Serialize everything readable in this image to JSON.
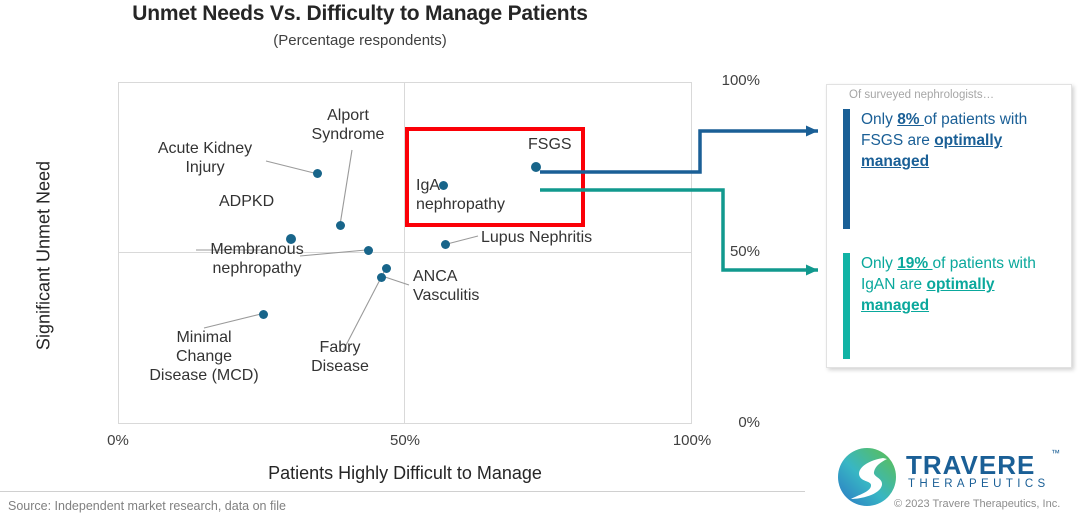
{
  "title": "Unmet Needs Vs. Difficulty to Manage Patients",
  "subtitle": "(Percentage respondents)",
  "axes": {
    "x_title": "Patients Highly Difficult to Manage",
    "y_title": "Significant Unmet Need",
    "x_ticks": [
      "0%",
      "50%",
      "100%"
    ],
    "y_ticks": [
      "0%",
      "50%",
      "100%"
    ]
  },
  "points": [
    {
      "label": "Acute Kidney\nInjury",
      "x": 35,
      "y": 73
    },
    {
      "label": "Alport\nSyndrome",
      "x": 39,
      "y": 58
    },
    {
      "label": "ADPKD",
      "x": 30,
      "y": 54
    },
    {
      "label": "Membranous\nnephropathy",
      "x": 44,
      "y": 51
    },
    {
      "label": "Minimal\nChange\nDisease (MCD)",
      "x": 25,
      "y": 32
    },
    {
      "label": "Fabry\nDisease",
      "x": 47,
      "y": 46
    },
    {
      "label": "ANCA\nVasculitis",
      "x": 46,
      "y": 43
    },
    {
      "label": "Lupus Nephritis",
      "x": 57,
      "y": 53
    },
    {
      "label": "IgA\nnephropathy",
      "x": 57,
      "y": 70
    },
    {
      "label": "FSGS",
      "x": 73,
      "y": 75
    }
  ],
  "panel": {
    "kicker": "Of surveyed nephrologists…",
    "callouts": [
      {
        "id": "fsgs",
        "color": "#1a5f96",
        "parts": [
          {
            "t": "Only ",
            "bold": false
          },
          {
            "t": "8% ",
            "bold": true
          },
          {
            "t": "of patients with FSGS are ",
            "bold": false
          },
          {
            "t": "optimally managed",
            "bold": true
          }
        ]
      },
      {
        "id": "igan",
        "color": "#0aa89c",
        "parts": [
          {
            "t": "Only ",
            "bold": false
          },
          {
            "t": "19% ",
            "bold": true
          },
          {
            "t": "of patients with IgAN are ",
            "bold": false
          },
          {
            "t": "optimally managed",
            "bold": true
          }
        ]
      }
    ]
  },
  "footer": {
    "source": "Source: Independent market research, data on file",
    "copyright": "© 2023 Travere Therapeutics, Inc."
  },
  "logo": {
    "wordmark": "TRAVERE",
    "tm": "™",
    "tagline": "THERAPEUTICS"
  },
  "colors": {
    "dot": "#18658a",
    "highlight_box": "#fb0007",
    "quadrant_shade": "#dcdcdc",
    "fsgs_accent": "#1a5f96",
    "igan_accent": "#11b3a5"
  },
  "chart_data": {
    "type": "scatter",
    "title": "Unmet Needs Vs. Difficulty to Manage Patients",
    "subtitle": "(Percentage respondents)",
    "xlabel": "Patients Highly Difficult to Manage",
    "ylabel": "Significant Unmet Need",
    "xlim": [
      0,
      100
    ],
    "ylim": [
      0,
      100
    ],
    "xticks": [
      0,
      50,
      100
    ],
    "yticks": [
      0,
      50,
      100
    ],
    "grid": true,
    "legend": "none",
    "shaded_quadrant": {
      "x_range": [
        50,
        100
      ],
      "y_range": [
        50,
        100
      ],
      "color": "#dcdcdc"
    },
    "highlight_box": {
      "x_range": [
        51,
        82
      ],
      "y_range": [
        58,
        87
      ],
      "color": "#fb0007"
    },
    "points": [
      {
        "name": "Acute Kidney Injury",
        "x": 35,
        "y": 73
      },
      {
        "name": "Alport Syndrome",
        "x": 39,
        "y": 58
      },
      {
        "name": "ADPKD",
        "x": 30,
        "y": 54
      },
      {
        "name": "Membranous nephropathy",
        "x": 44,
        "y": 51
      },
      {
        "name": "Minimal Change Disease (MCD)",
        "x": 25,
        "y": 32
      },
      {
        "name": "Fabry Disease",
        "x": 47,
        "y": 46
      },
      {
        "name": "ANCA Vasculitis",
        "x": 46,
        "y": 43
      },
      {
        "name": "Lupus Nephritis",
        "x": 57,
        "y": 53
      },
      {
        "name": "IgA nephropathy",
        "x": 57,
        "y": 70
      },
      {
        "name": "FSGS",
        "x": 73,
        "y": 75
      }
    ],
    "annotations": [
      {
        "text": "Only 8% of patients with FSGS are optimally managed",
        "target": "FSGS",
        "value": 8
      },
      {
        "text": "Only 19% of patients with IgAN are optimally managed",
        "target": "IgA nephropathy",
        "value": 19
      }
    ]
  }
}
